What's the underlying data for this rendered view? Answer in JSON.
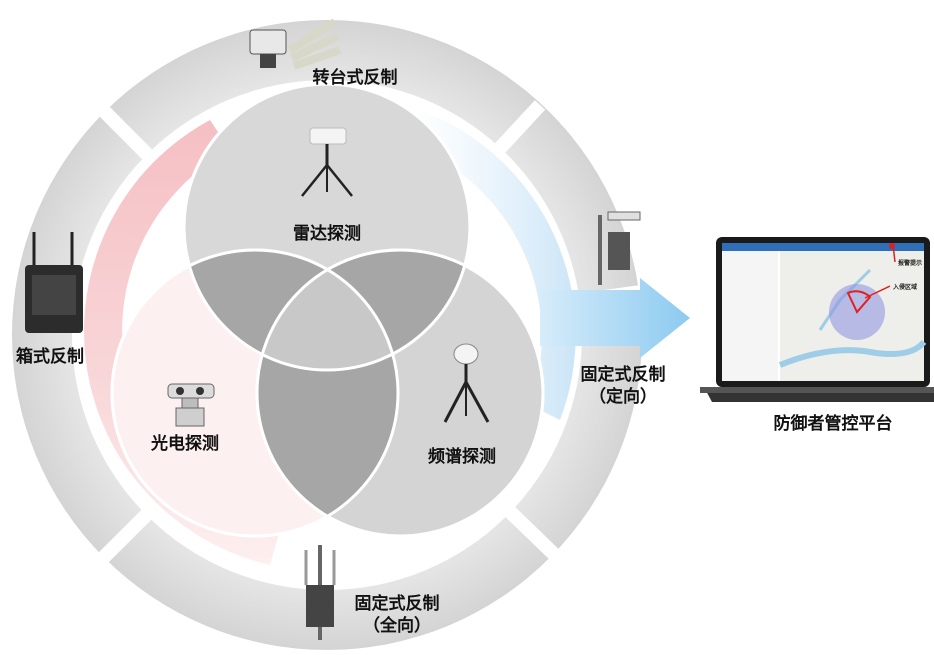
{
  "diagram": {
    "center_labels": {
      "radar": "雷达探测",
      "electro_optical": "光电探测",
      "spectrum": "频谱探测"
    },
    "ring_labels": {
      "turntable": "转台式反制",
      "box": "箱式反制",
      "fixed_directional_line1": "固定式反制",
      "fixed_directional_line2": "（定向）",
      "fixed_omni_line1": "固定式反制",
      "fixed_omni_line2": "（全向）"
    },
    "platform": {
      "caption": "防御者管控平台",
      "screen_labels": {
        "alarm": "报警提示",
        "intrusion_area": "入侵区域"
      }
    }
  }
}
